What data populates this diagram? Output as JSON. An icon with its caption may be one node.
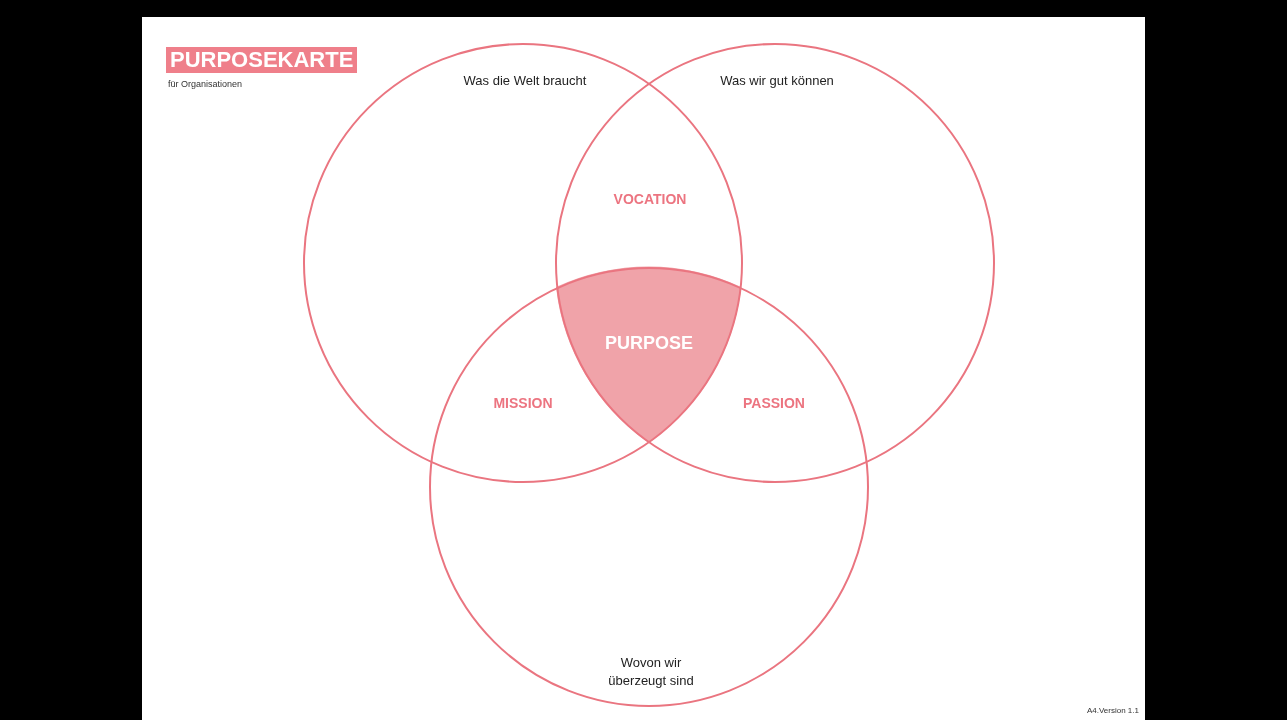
{
  "diagram": {
    "title": "PURPOSEKARTE",
    "nodes": [
      {
        "text": [
          "Was die Welt braucht"
        ]
      },
      {
        "text": [
          "Was wir gut können"
        ]
      },
      {
        "text": [
          "Wovon wir überzeugt sind"
        ]
      },
      {
        "text": [
          "PURPOSE"
        ]
      }
    ],
    "labels": [
      "für Organisationen",
      "VOCATION",
      "MISSION",
      "PASSION",
      "A4.Version 1.1"
    ]
  }
}
